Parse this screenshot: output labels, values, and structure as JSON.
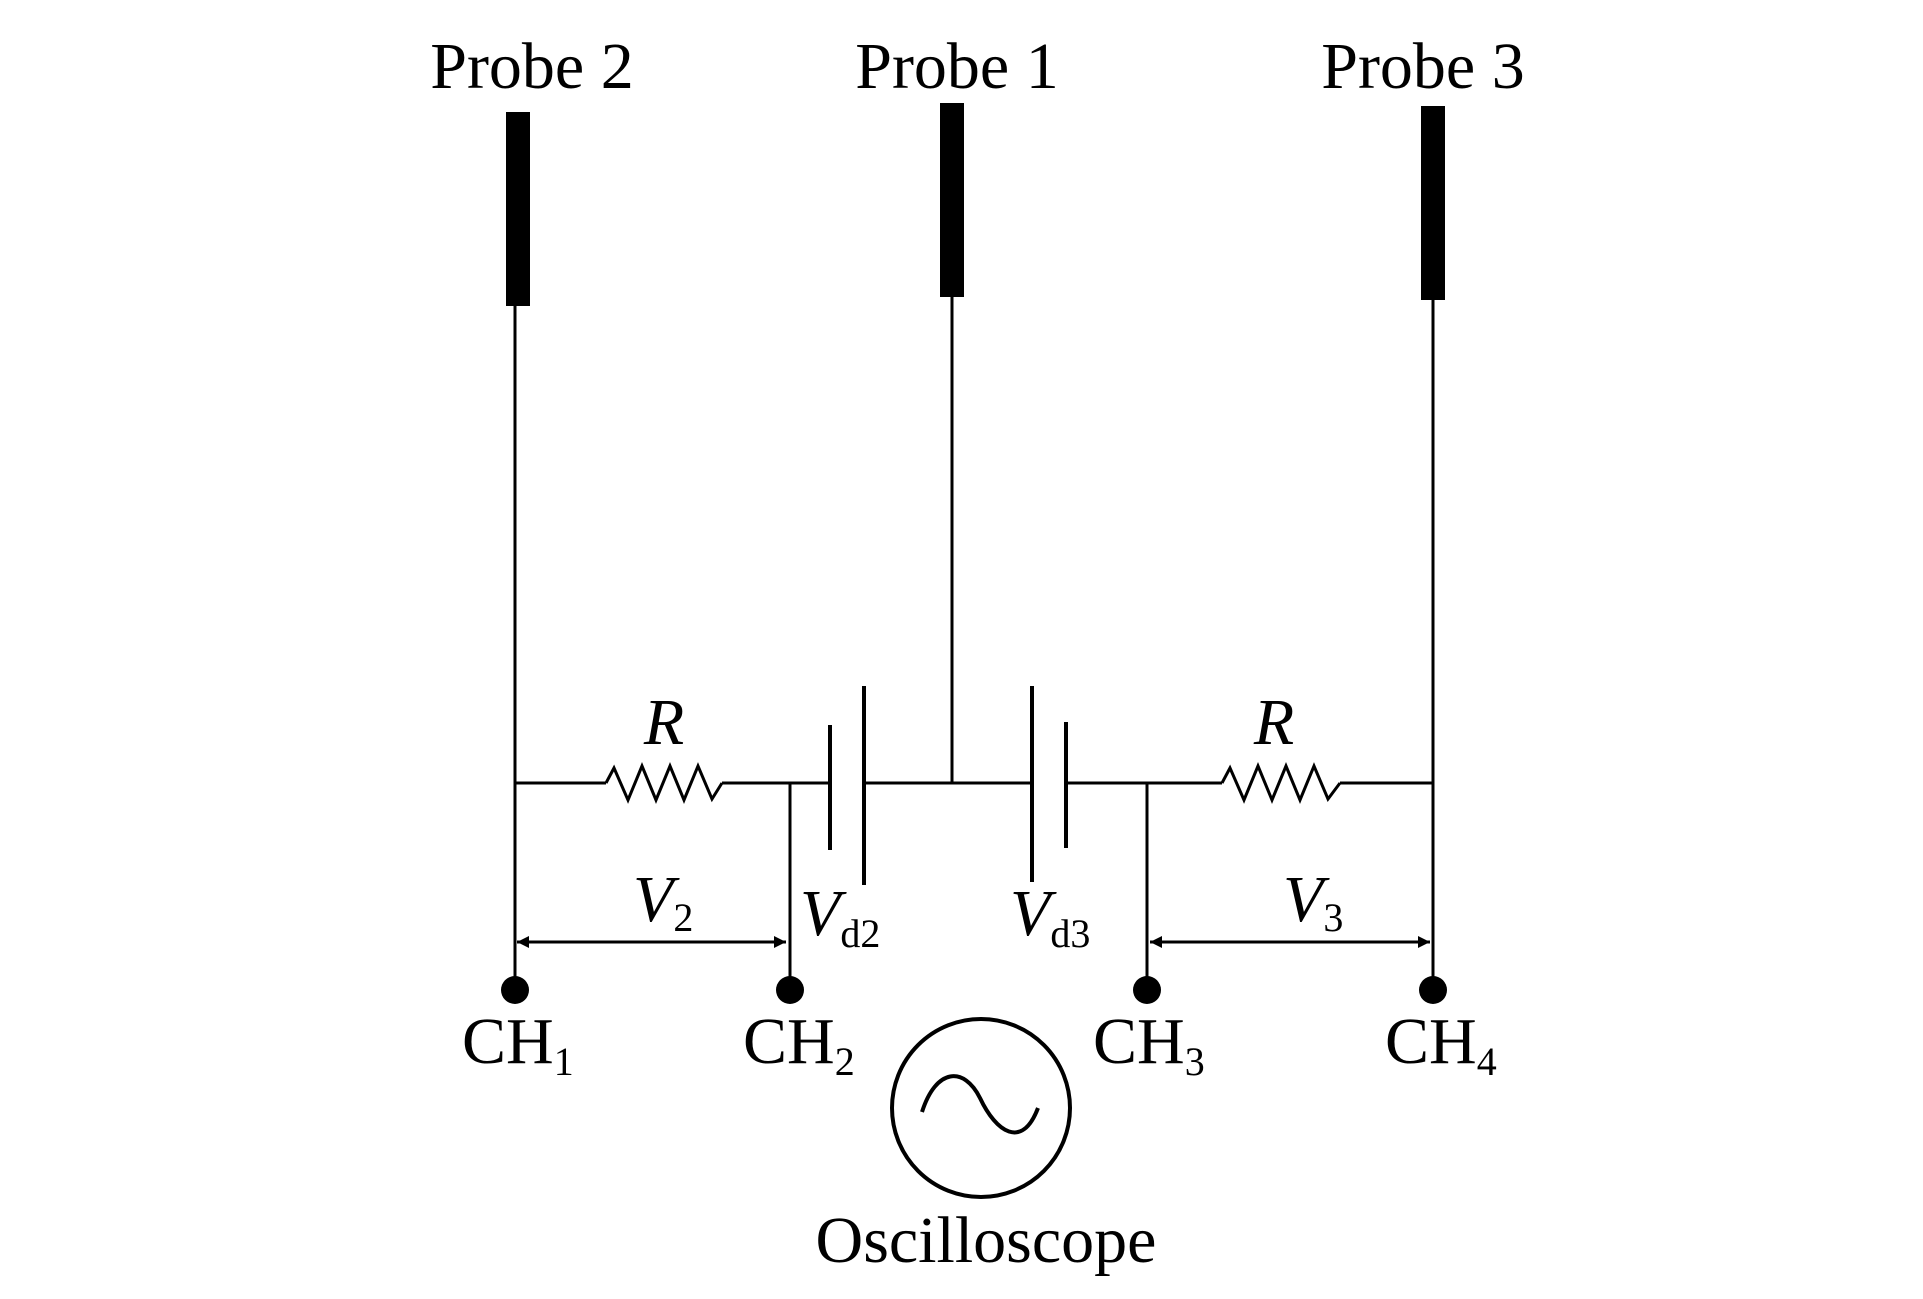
{
  "probes": [
    {
      "label": "Probe 2"
    },
    {
      "label": "Probe 1"
    },
    {
      "label": "Probe 3"
    }
  ],
  "resistors": [
    {
      "label": "R"
    },
    {
      "label": "R"
    }
  ],
  "voltages": {
    "v2": {
      "main": "V",
      "sub": "2"
    },
    "vd2": {
      "main": "V",
      "sub": "d2"
    },
    "vd3": {
      "main": "V",
      "sub": "d3"
    },
    "v3": {
      "main": "V",
      "sub": "3"
    }
  },
  "channels": [
    {
      "main": "CH",
      "sub": "1"
    },
    {
      "main": "CH",
      "sub": "2"
    },
    {
      "main": "CH",
      "sub": "3"
    },
    {
      "main": "CH",
      "sub": "4"
    }
  ],
  "oscilloscope": {
    "label": "Oscilloscope",
    "icon": "sine-wave-icon"
  },
  "colors": {
    "ink": "#000000",
    "background": "#ffffff"
  }
}
